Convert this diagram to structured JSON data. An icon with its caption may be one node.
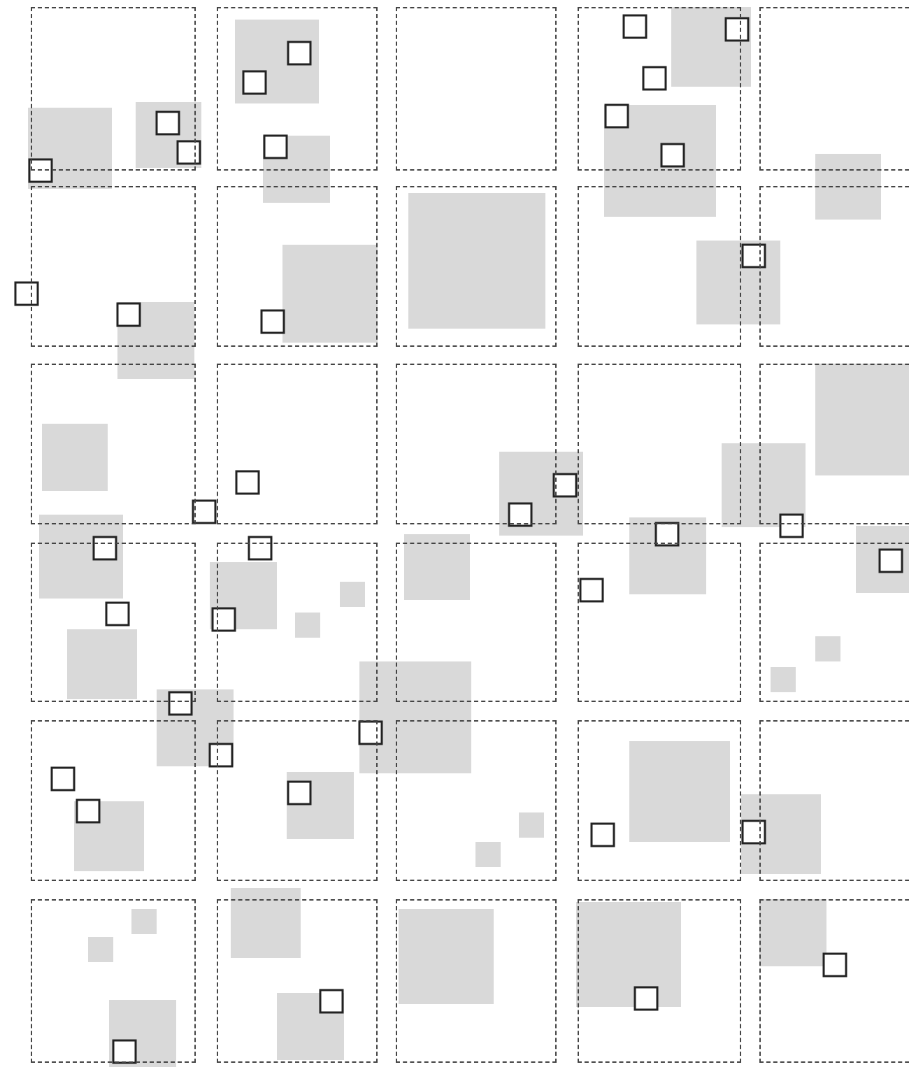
{
  "diagram": {
    "nodes": [
      {
        "text": [],
        "shape": "box"
      },
      {
        "text": [],
        "shape": "box"
      },
      {
        "text": [],
        "shape": "box"
      },
      {
        "text": [],
        "shape": "box"
      },
      {
        "text": [],
        "shape": "box"
      },
      {
        "text": [],
        "shape": "box"
      },
      {
        "text": [],
        "shape": "box"
      },
      {
        "text": [],
        "shape": "box"
      },
      {
        "text": [],
        "shape": "box"
      },
      {
        "text": [],
        "shape": "box"
      },
      {
        "text": [],
        "shape": "box"
      },
      {
        "text": [],
        "shape": "box"
      },
      {
        "text": [],
        "shape": "box"
      },
      {
        "text": [],
        "shape": "box"
      },
      {
        "text": [],
        "shape": "box"
      },
      {
        "text": [],
        "shape": "box"
      },
      {
        "text": [],
        "shape": "box"
      },
      {
        "text": [],
        "shape": "box"
      },
      {
        "text": [],
        "shape": "box"
      },
      {
        "text": [],
        "shape": "box"
      },
      {
        "text": [],
        "shape": "box"
      },
      {
        "text": [],
        "shape": "box"
      },
      {
        "text": [],
        "shape": "box"
      },
      {
        "text": [],
        "shape": "box"
      },
      {
        "text": [],
        "shape": "box"
      },
      {
        "text": [],
        "shape": "box"
      },
      {
        "text": [],
        "shape": "box"
      },
      {
        "text": [],
        "shape": "box"
      },
      {
        "text": [],
        "shape": "box"
      },
      {
        "text": [],
        "shape": "box"
      }
    ]
  }
}
